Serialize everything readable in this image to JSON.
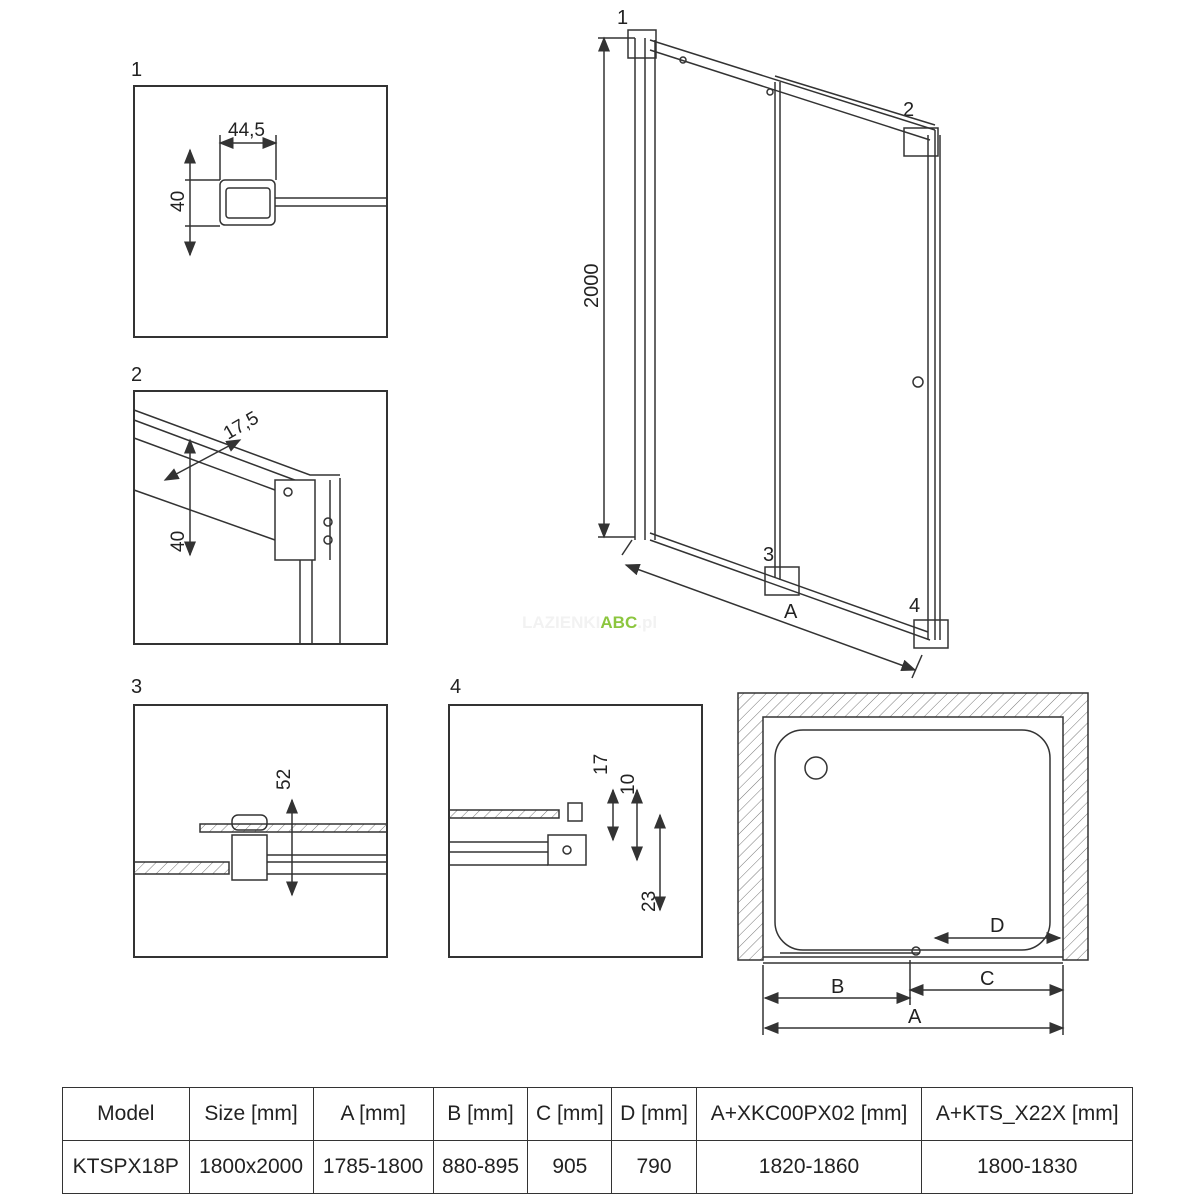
{
  "watermark": {
    "prefix": "LAZIENKI",
    "brand": "ABC",
    "suffix": ".pl"
  },
  "details": [
    {
      "label": "1",
      "dims": [
        "44,5",
        "40"
      ]
    },
    {
      "label": "2",
      "dims": [
        "17,5",
        "40"
      ]
    },
    {
      "label": "3",
      "dims": [
        "52"
      ]
    },
    {
      "label": "4",
      "dims": [
        "17",
        "10",
        "23"
      ]
    }
  ],
  "main": {
    "callouts": [
      "1",
      "2",
      "3",
      "4"
    ],
    "height": "2000",
    "width_label": "A"
  },
  "plan": {
    "labels": {
      "A": "A",
      "B": "B",
      "C": "C",
      "D": "D"
    }
  },
  "table": {
    "headers": [
      "Model",
      "Size [mm]",
      "A [mm]",
      "B [mm]",
      "C [mm]",
      "D [mm]",
      "A+XKC00PX02 [mm]",
      "A+KTS_X22X [mm]"
    ],
    "rows": [
      [
        "KTSPX18P",
        "1800x2000",
        "1785-1800",
        "880-895",
        "905",
        "790",
        "1820-1860",
        "1800-1830"
      ]
    ]
  }
}
